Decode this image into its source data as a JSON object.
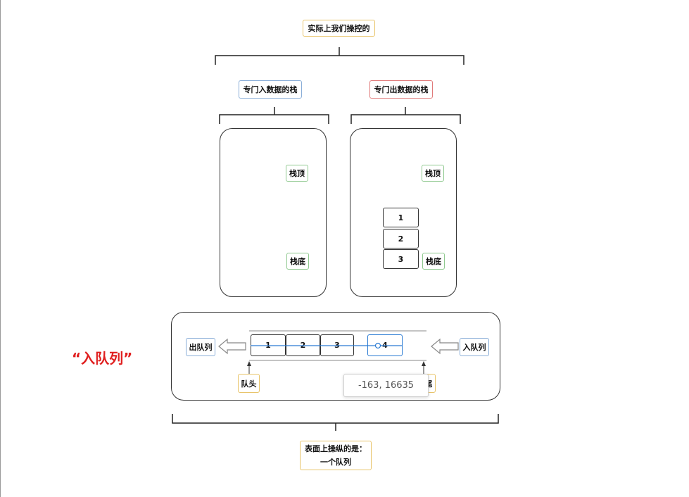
{
  "top_label": "实际上我们操控的",
  "stack_in": {
    "title": "专门入数据的栈",
    "top_label": "栈顶",
    "bottom_label": "栈底"
  },
  "stack_out": {
    "title": "专门出数据的栈",
    "top_label": "栈顶",
    "bottom_label": "栈底",
    "items": [
      "1",
      "2",
      "3"
    ]
  },
  "queue": {
    "dequeue_label": "出队列",
    "enqueue_label": "入队列",
    "head_label": "队头",
    "tail_label": "队尾",
    "cells": [
      "1",
      "2",
      "3",
      "4"
    ]
  },
  "headline": "“入队列”",
  "tooltip": "-163, 16635",
  "bottom_label": {
    "line1": "表面上操纵的是：",
    "line2": "一个队列"
  }
}
